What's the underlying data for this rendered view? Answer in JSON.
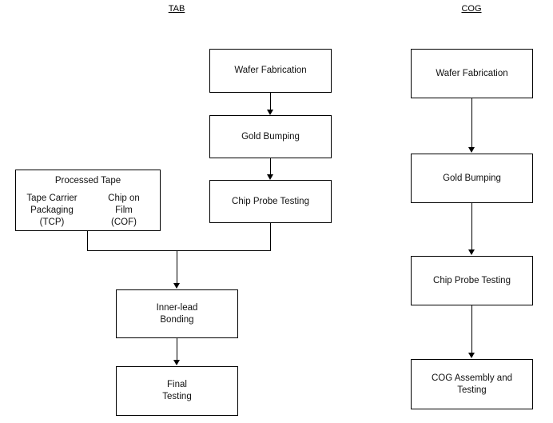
{
  "diagram": {
    "type": "flowchart",
    "title_left": "TAB",
    "title_right": "COG",
    "columns": [
      {
        "name": "TAB",
        "title": "TAB",
        "nodes": [
          {
            "id": "tab-wafer-fabrication",
            "label": "Wafer Fabrication"
          },
          {
            "id": "tab-gold-bumping",
            "label": "Gold Bumping"
          },
          {
            "id": "tab-chip-probe-testing",
            "label": "Chip Probe Testing"
          },
          {
            "id": "tab-processed-tape",
            "label": "Processed Tape",
            "sub_left": "Tape Carrier\nPackaging\n(TCP)",
            "sub_right": "Chip on\nFilm\n(COF)"
          },
          {
            "id": "tab-inner-lead-bonding",
            "label": "Inner-lead\nBonding"
          },
          {
            "id": "tab-final-testing",
            "label": "Final\nTesting"
          }
        ]
      },
      {
        "name": "COG",
        "title": "COG",
        "nodes": [
          {
            "id": "cog-wafer-fabrication",
            "label": "Wafer Fabrication"
          },
          {
            "id": "cog-gold-bumping",
            "label": "Gold Bumping"
          },
          {
            "id": "cog-chip-probe-testing",
            "label": "Chip Probe Testing"
          },
          {
            "id": "cog-assembly-and-testing",
            "label": "COG Assembly and\nTesting"
          }
        ]
      }
    ],
    "colors": {
      "stroke": "#000000",
      "fill": "#ffffff",
      "text": "#111111"
    }
  }
}
